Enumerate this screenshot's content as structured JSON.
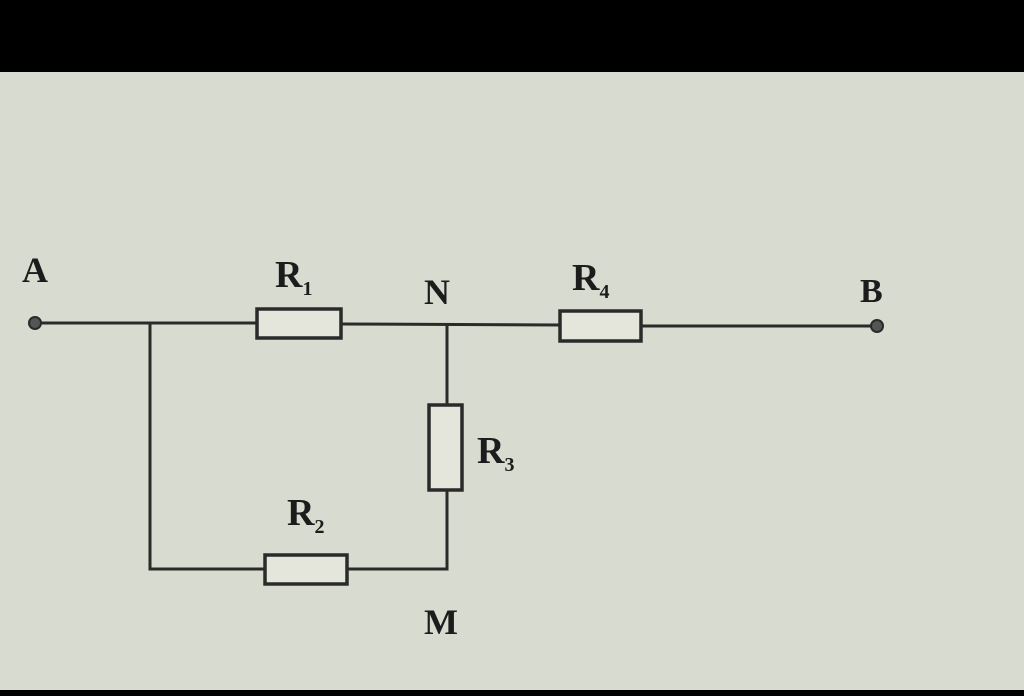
{
  "nodes": {
    "a": "A",
    "b": "B",
    "n": "N",
    "m": "M"
  },
  "resistors": [
    {
      "name": "R",
      "sub": "1"
    },
    {
      "name": "R",
      "sub": "2"
    },
    {
      "name": "R",
      "sub": "3"
    },
    {
      "name": "R",
      "sub": "4"
    }
  ],
  "colors": {
    "background": "#d8dbcf",
    "ink": "#2a2a2a"
  }
}
